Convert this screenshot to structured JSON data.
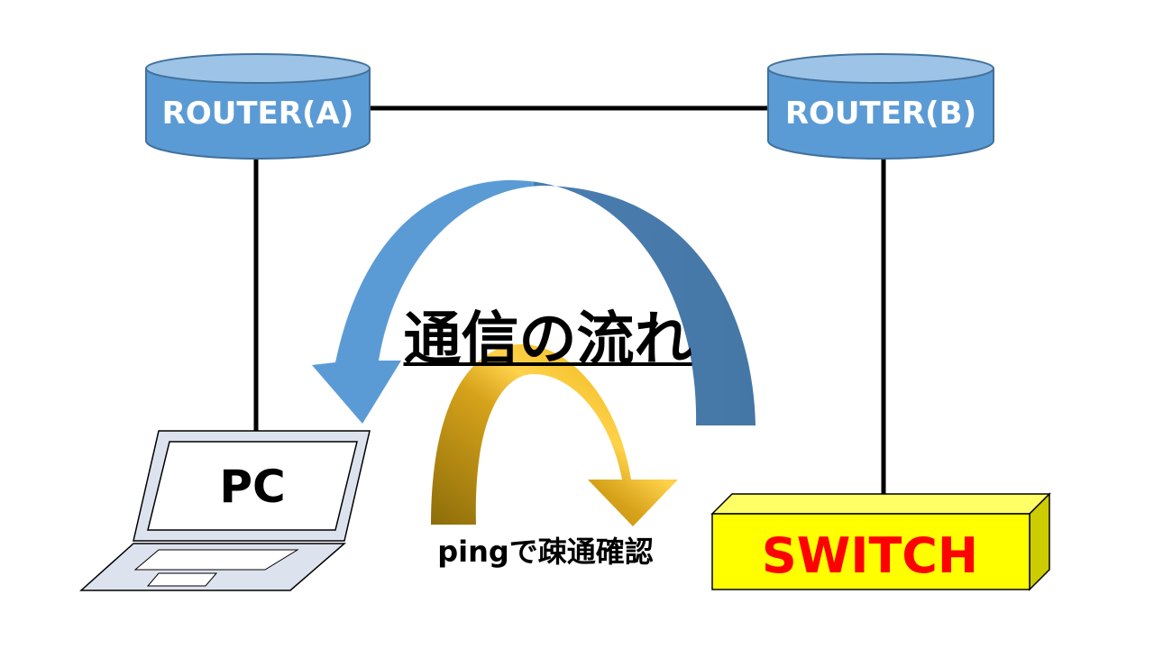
{
  "nodes": {
    "router_a": {
      "label": "ROUTER(A)"
    },
    "router_b": {
      "label": "ROUTER(B)"
    },
    "pc": {
      "label": "PC"
    },
    "switch": {
      "label": "SWITCH"
    }
  },
  "annotations": {
    "flow_title": "通信の流れ",
    "ping_caption": "pingで疎通確認"
  },
  "colors": {
    "router_fill": "#5b9bd5",
    "router_top": "#9dc3e6",
    "router_border": "#41719c",
    "link": "#000000",
    "big_arrow_light": "#5b9bd5",
    "big_arrow_dark": "#4a78aa",
    "ping_arrow_light": "#ffc000",
    "ping_arrow_dark": "#a6840d",
    "switch_fill": "#ffff00",
    "switch_side": "#d6d600",
    "switch_text": "#ff0000",
    "laptop_fill": "#dde3ee",
    "laptop_outline": "#000000"
  },
  "icons": {
    "router_a": "router-cylinder-icon",
    "router_b": "router-cylinder-icon",
    "pc": "laptop-icon",
    "switch": "switch-box-icon"
  }
}
